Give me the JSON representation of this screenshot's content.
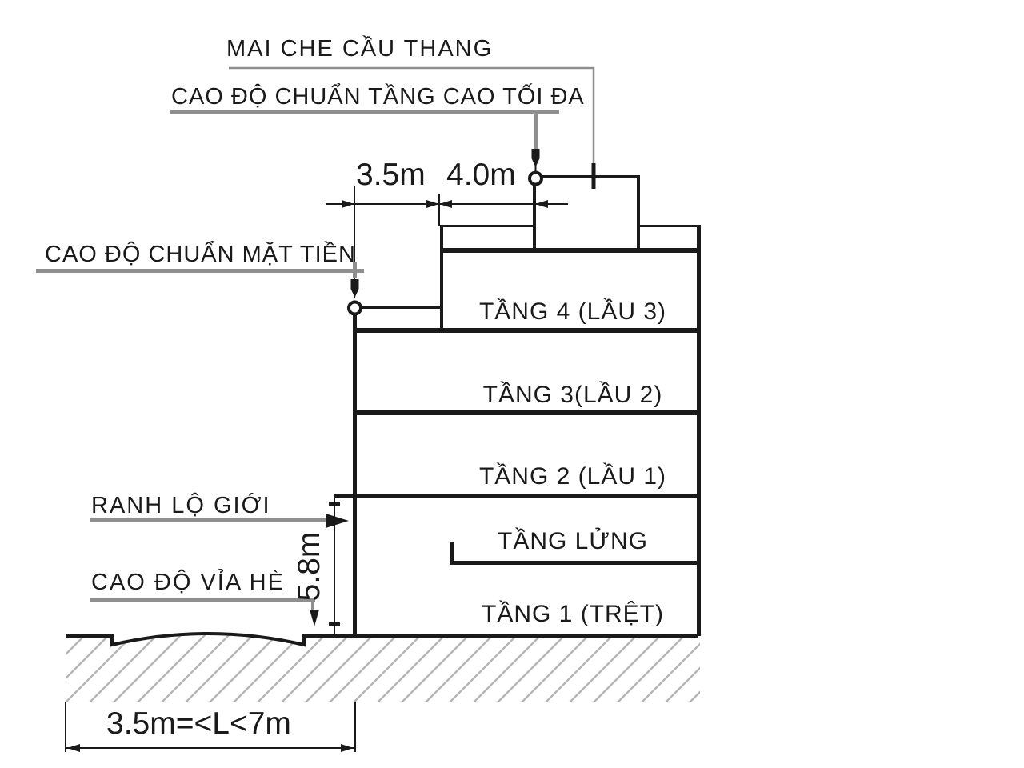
{
  "diagram": {
    "annotations": {
      "stair_roof": "MAI CHE CẦU THANG",
      "max_height_datum": "CAO ĐỘ CHUẨN TẦNG CAO TỐI ĐA",
      "facade_datum": "CAO ĐỘ CHUẨN MẶT TIỀN",
      "road_boundary": "RANH LỘ GIỚI",
      "sidewalk_datum": "CAO ĐỘ VỈA HÈ"
    },
    "dimensions": {
      "front_setback": "3.5m",
      "stair_roof_depth": "4.0m",
      "max_front_height": "5.8m",
      "lot_width": "3.5m=<L<7m"
    },
    "floors": [
      {
        "label": "TẦNG 4 (LẦU 3)"
      },
      {
        "label": "TẦNG 3(LẦU 2)"
      },
      {
        "label": "TẦNG 2 (LẦU 1)"
      },
      {
        "label": "TẦNG LỬNG"
      },
      {
        "label": "TẦNG 1 (TRỆT)"
      }
    ],
    "colors": {
      "line": "#1a1a1a",
      "leader": "#8f8f8f",
      "hatch": "#b5b5b5"
    }
  }
}
